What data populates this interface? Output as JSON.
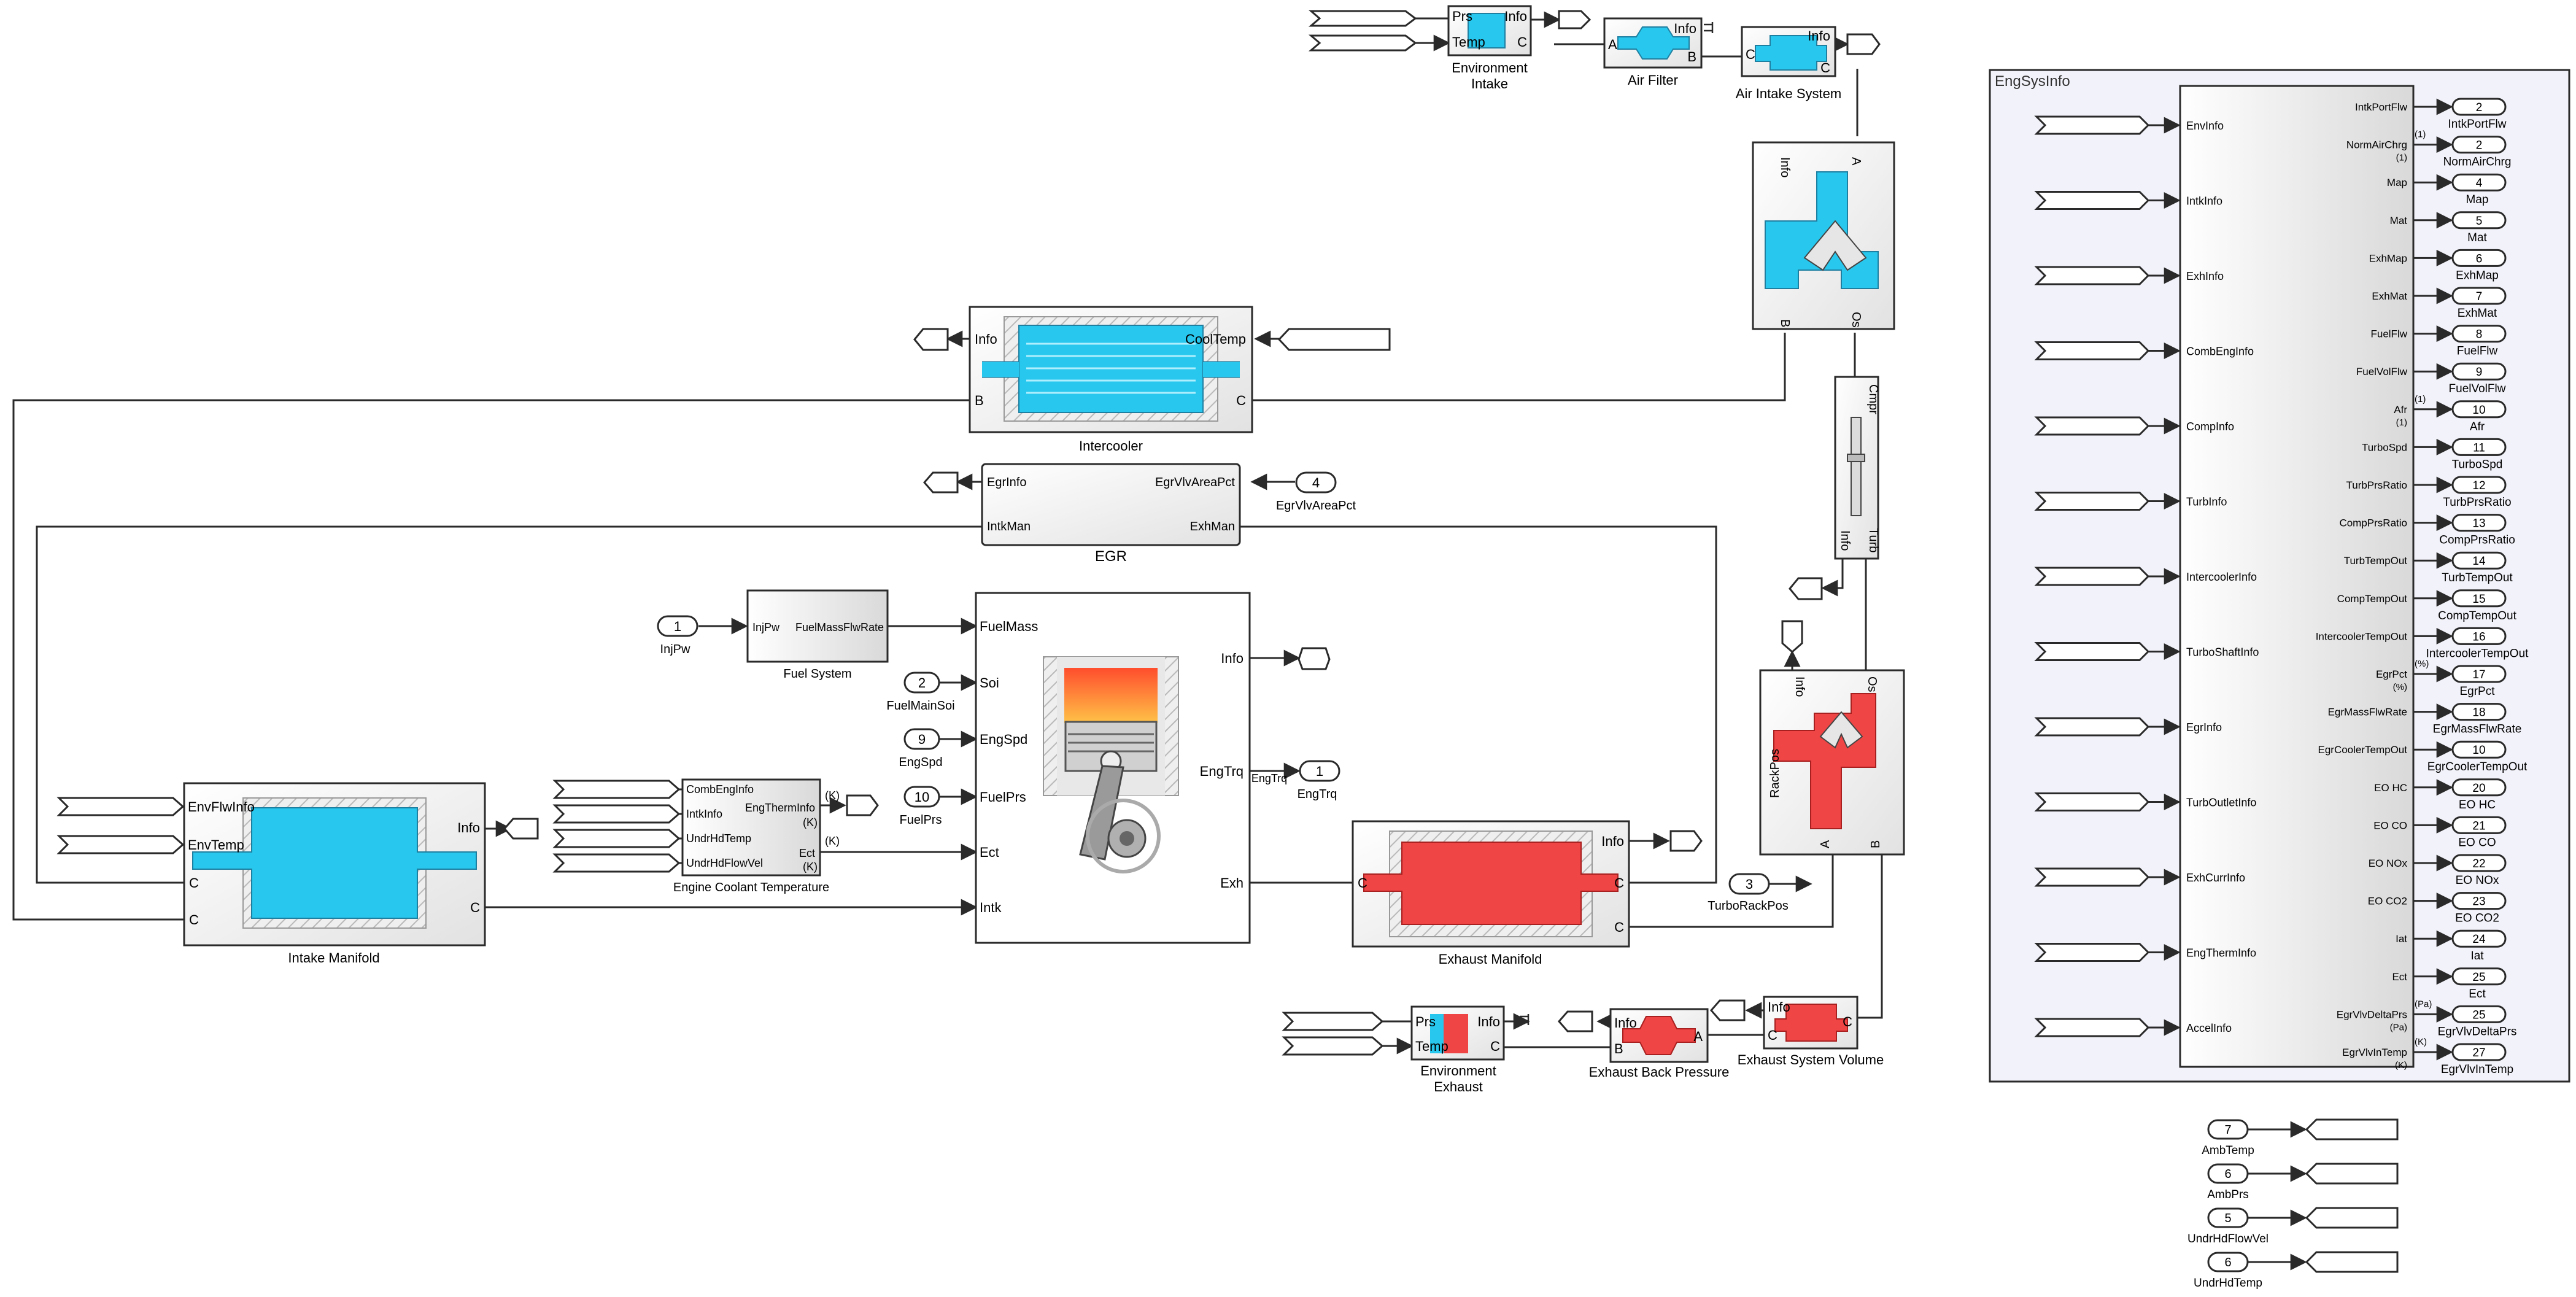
{
  "colors": {
    "line": "#2a2a2a",
    "water": "#28c8ee",
    "hot": "#ef4545",
    "pipe": "#c8c8c8",
    "panel": "#f2f2fa"
  },
  "environment_intake": {
    "title_line1": "Environment",
    "title_line2": "Intake",
    "port_prs": "Prs",
    "port_temp": "Temp",
    "port_info": "Info",
    "port_c": "C"
  },
  "air_filter": {
    "title": "Air Filter",
    "port_a": "A",
    "port_b": "B",
    "port_info": "Info"
  },
  "air_intake_system": {
    "title": "Air Intake System",
    "port_c": "C",
    "port_c2": "C",
    "port_info": "Info"
  },
  "compressor": {
    "port_info": "Info",
    "port_a": "A",
    "port_b": "B",
    "port_os": "Os"
  },
  "shaft": {
    "port_cmp": "Cmpr",
    "port_turb": "Turb",
    "port_info": "Info"
  },
  "turbine": {
    "port_info": "Info",
    "port_os": "Os",
    "port_rackpos": "RackPos",
    "port_a": "A",
    "port_b": "B"
  },
  "intercooler": {
    "title": "Intercooler",
    "port_info": "Info",
    "port_cooltemp": "CoolTemp",
    "port_b": "B",
    "port_c": "C"
  },
  "egr": {
    "title": "EGR",
    "port_egrinfo": "EgrInfo",
    "port_area": "EgrVlvAreaPct",
    "port_intkman": "IntkMan",
    "port_exhman": "ExhMan",
    "const_value": "4",
    "const_label": "EgrVlvAreaPct"
  },
  "fuel_system": {
    "title": "Fuel System",
    "port_in": "InjPw",
    "port_out": "FuelMassFlwRate",
    "const_value": "1",
    "const_label": "InjPw"
  },
  "engine": {
    "in_fuelmass": "FuelMass",
    "in_soi": "Soi",
    "in_engspd": "EngSpd",
    "in_fuelprs": "FuelPrs",
    "in_ect": "Ect",
    "in_intk": "Intk",
    "out_info": "Info",
    "out_engtrq": "EngTrq",
    "out_exh": "Exh",
    "engtrq_inline": "EngTrq",
    "soi_value": "2",
    "soi_label": "FuelMainSoi",
    "engspd_value": "9",
    "engspd_label": "EngSpd",
    "fuelprs_value": "10",
    "fuelprs_label": "FuelPrs",
    "engtrq_value": "1",
    "engtrq_label": "EngTrq"
  },
  "coolant": {
    "title": "Engine Coolant Temperature",
    "in1": "CombEngInfo",
    "in2": "IntkInfo",
    "in3": "UndrHdTemp",
    "in4": "UndrHdFlowVel",
    "out1": "EngThermInfo",
    "out2": "Ect",
    "mark1": "(K)",
    "mark2": "(K)",
    "mark3": "(K)",
    "mark4": "(K)"
  },
  "intake_manifold": {
    "title": "Intake Manifold",
    "in1": "EnvFlwInfo",
    "in2": "EnvTemp",
    "port_c1": "C",
    "port_c2": "C",
    "port_info": "Info",
    "port_cout": "C"
  },
  "exhaust_manifold": {
    "title": "Exhaust Manifold",
    "port_c": "C",
    "port_info": "Info",
    "port_c_right1": "C",
    "port_c_right2": "C"
  },
  "turbo_rack": {
    "value": "3",
    "label": "TurboRackPos"
  },
  "environment_exhaust": {
    "title_line1": "Environment",
    "title_line2": "Exhaust",
    "port_prs": "Prs",
    "port_temp": "Temp",
    "port_info": "Info",
    "port_c": "C"
  },
  "exhaust_back_pressure": {
    "title": "Exhaust Back Pressure",
    "port_a": "A",
    "port_b": "B",
    "port_info": "Info"
  },
  "exhaust_system_volume": {
    "title": "Exhaust System Volume",
    "port_info": "Info",
    "port_c": "C",
    "port_c2": "C"
  },
  "eng_sys_info": {
    "title": "EngSysInfo",
    "inputs": [
      "EnvInfo",
      "IntkInfo",
      "ExhInfo",
      "CombEngInfo",
      "CompInfo",
      "TurbInfo",
      "IntercoolerInfo",
      "TurboShaftInfo",
      "EgrInfo",
      "TurbOutletInfo",
      "ExhCurrInfo",
      "EngThermInfo",
      "AccelInfo"
    ],
    "outputs": [
      {
        "port": "IntkPortFlw",
        "num": "2",
        "label": "IntkPortFlw"
      },
      {
        "port": "NormAirChrg",
        "num": "2",
        "label": "NormAirChrg",
        "pre": "(1)",
        "post": "(1)"
      },
      {
        "port": "Map",
        "num": "4",
        "label": "Map"
      },
      {
        "port": "Mat",
        "num": "5",
        "label": "Mat"
      },
      {
        "port": "ExhMap",
        "num": "6",
        "label": "ExhMap"
      },
      {
        "port": "ExhMat",
        "num": "7",
        "label": "ExhMat"
      },
      {
        "port": "FuelFlw",
        "num": "8",
        "label": "FuelFlw"
      },
      {
        "port": "FuelVolFlw",
        "num": "9",
        "label": "FuelVolFlw"
      },
      {
        "port": "Afr",
        "num": "10",
        "label": "Afr",
        "pre": "(1)",
        "post": "(1)"
      },
      {
        "port": "TurboSpd",
        "num": "11",
        "label": "TurboSpd"
      },
      {
        "port": "TurbPrsRatio",
        "num": "12",
        "label": "TurbPrsRatio"
      },
      {
        "port": "CompPrsRatio",
        "num": "13",
        "label": "CompPrsRatio"
      },
      {
        "port": "TurbTempOut",
        "num": "14",
        "label": "TurbTempOut"
      },
      {
        "port": "CompTempOut",
        "num": "15",
        "label": "CompTempOut"
      },
      {
        "port": "IntercoolerTempOut",
        "num": "16",
        "label": "IntercoolerTempOut"
      },
      {
        "port": "EgrPct",
        "num": "17",
        "label": "EgrPct",
        "pre": "(%)",
        "post": "(%)"
      },
      {
        "port": "EgrMassFlwRate",
        "num": "18",
        "label": "EgrMassFlwRate"
      },
      {
        "port": "EgrCoolerTempOut",
        "num": "10",
        "label": "EgrCoolerTempOut"
      },
      {
        "port": "EO HC",
        "num": "20",
        "label": "EO HC"
      },
      {
        "port": "EO CO",
        "num": "21",
        "label": "EO CO"
      },
      {
        "port": "EO NOx",
        "num": "22",
        "label": "EO NOx"
      },
      {
        "port": "EO CO2",
        "num": "23",
        "label": "EO CO2"
      },
      {
        "port": "Iat",
        "num": "24",
        "label": "Iat"
      },
      {
        "port": "Ect",
        "num": "25",
        "label": "Ect"
      },
      {
        "port": "EgrVlvDeltaPrs",
        "num": "25",
        "label": "EgrVlvDeltaPrs",
        "pre": "(Pa)",
        "post": "(Pa)"
      },
      {
        "port": "EgrVlvInTemp",
        "num": "27",
        "label": "EgrVlvInTemp",
        "pre": "(K)",
        "post": "(K)"
      }
    ]
  },
  "bottom_inports": [
    {
      "num": "7",
      "label": "AmbTemp"
    },
    {
      "num": "6",
      "label": "AmbPrs"
    },
    {
      "num": "5",
      "label": "UndrHdFlowVel"
    },
    {
      "num": "6",
      "label": "UndrHdTemp"
    }
  ]
}
